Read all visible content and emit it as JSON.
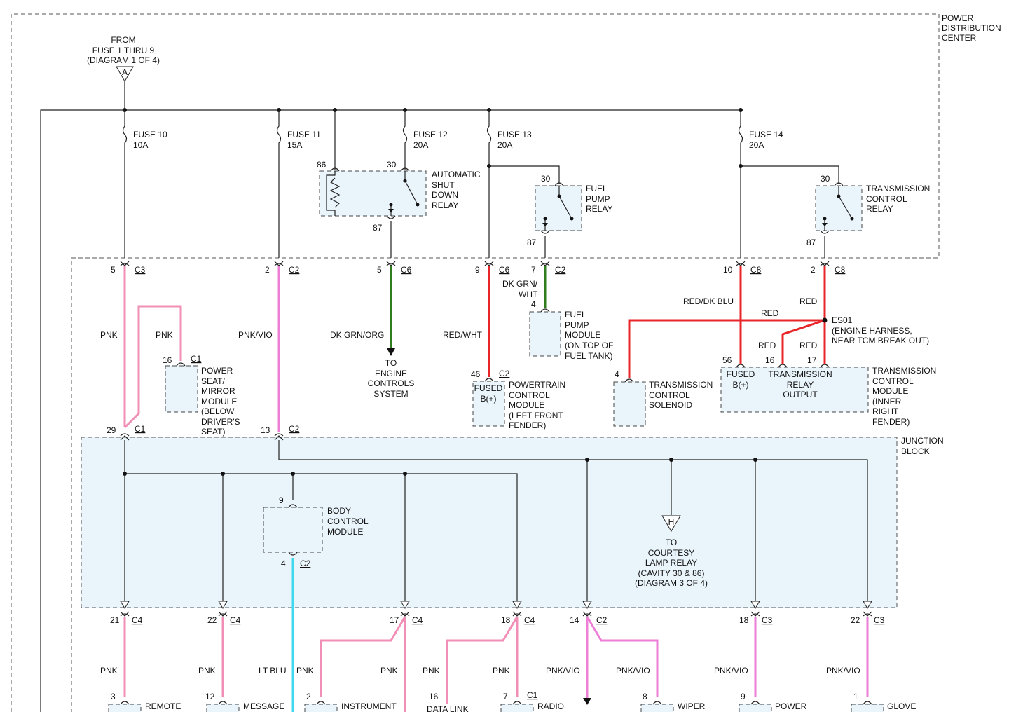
{
  "pdc": {
    "title": [
      "POWER",
      "DISTRIBUTION",
      "CENTER"
    ]
  },
  "from": {
    "label": [
      "FROM",
      "FUSE 1 THRU 9",
      "(DIAGRAM 1 OF 4)"
    ],
    "marker": "A"
  },
  "fuses": {
    "f10": [
      "FUSE 10",
      "10A"
    ],
    "f11": [
      "FUSE 11",
      "15A"
    ],
    "f12": [
      "FUSE 12",
      "20A"
    ],
    "f13": [
      "FUSE 13",
      "20A"
    ],
    "f14": [
      "FUSE 14",
      "20A"
    ]
  },
  "relays": {
    "asd": {
      "label": [
        "AUTOMATIC",
        "SHUT",
        "DOWN",
        "RELAY"
      ],
      "pins": [
        "86",
        "30",
        "87"
      ]
    },
    "fuel": {
      "label": [
        "FUEL",
        "PUMP",
        "RELAY"
      ],
      "pins": [
        "30",
        "87"
      ]
    },
    "tcm": {
      "label": [
        "TRANSMISSION",
        "CONTROL",
        "RELAY"
      ],
      "pins": [
        "30",
        "87"
      ]
    }
  },
  "pdc_conns": {
    "a": {
      "cav": "5",
      "conn": "C3"
    },
    "b": {
      "cav": "2",
      "conn": "C2"
    },
    "c": {
      "cav": "5",
      "conn": "C6"
    },
    "d": {
      "cav": "9",
      "conn": "C6"
    },
    "e": {
      "cav": "7",
      "conn": "C2"
    },
    "f": {
      "cav": "10",
      "conn": "C8"
    },
    "g": {
      "cav": "2",
      "conn": "C8"
    }
  },
  "wires": {
    "pnk1": "PNK",
    "pnk2": "PNK",
    "pnkvio": "PNK/VIO",
    "dkgrnorg": "DK GRN/ORG",
    "redwht": "RED/WHT",
    "dkgrnwht": [
      "DK GRN/",
      "WHT"
    ],
    "reddkblu": "RED/DK BLU",
    "red1": "RED",
    "red2": "RED",
    "red3": "RED",
    "red4": "RED"
  },
  "engine": [
    "TO",
    "ENGINE",
    "CONTROLS",
    "SYSTEM"
  ],
  "fuel_module": {
    "pin": "4",
    "label": [
      "FUEL",
      "PUMP",
      "MODULE",
      "(ON TOP OF",
      "FUEL TANK)"
    ]
  },
  "seat_module": {
    "pin": "16",
    "conn": "C1",
    "label": [
      "POWER",
      "SEAT/",
      "MIRROR",
      "MODULE",
      "(BELOW",
      "DRIVER'S",
      "SEAT)"
    ]
  },
  "pcm": {
    "pin": "46",
    "conn": "C2",
    "inner": [
      "FUSED",
      "B(+)"
    ],
    "label": [
      "POWERTRAIN",
      "CONTROL",
      "MODULE",
      "(LEFT FRONT",
      "FENDER)"
    ]
  },
  "solenoid": {
    "pin": "4",
    "label": [
      "TRANSMISSION",
      "CONTROL",
      "SOLENOID"
    ]
  },
  "splice": {
    "label": [
      "ES01",
      "(ENGINE HARNESS,",
      "NEAR TCM BREAK OUT)"
    ]
  },
  "tcm_module": {
    "pins": [
      "56",
      "16",
      "17"
    ],
    "inner1": [
      "FUSED",
      "B(+)"
    ],
    "inner2": [
      "TRANSMISSION",
      "RELAY",
      "OUTPUT"
    ],
    "label": [
      "TRANSMISSION",
      "CONTROL",
      "MODULE",
      "(INNER",
      "RIGHT",
      "FENDER)"
    ]
  },
  "jb_in": {
    "a": {
      "cav": "29",
      "conn": "C1"
    },
    "b": {
      "cav": "13",
      "conn": "C2"
    }
  },
  "junction_block": {
    "title": [
      "JUNCTION",
      "BLOCK"
    ]
  },
  "bcm": {
    "pin_top": "9",
    "pin_bot": "4",
    "conn": "C2",
    "label": [
      "BODY",
      "CONTROL",
      "MODULE"
    ]
  },
  "courtesy": {
    "marker": "H",
    "label": [
      "TO",
      "COURTESY",
      "LAMP RELAY",
      "(CAVITY 30 & 86)",
      "(DIAGRAM 3 OF 4)"
    ]
  },
  "jb_out": [
    {
      "cav": "21",
      "conn": "C4"
    },
    {
      "cav": "22",
      "conn": "C4"
    },
    {
      "cav": "17",
      "conn": "C4"
    },
    {
      "cav": "18",
      "conn": "C4"
    },
    {
      "cav": "14",
      "conn": "C2"
    },
    {
      "cav": "18",
      "conn": "C3"
    },
    {
      "cav": "22",
      "conn": "C3"
    }
  ],
  "bottom_wires": [
    "PNK",
    "PNK",
    "LT BLU",
    "PNK",
    "PNK",
    "PNK",
    "PNK",
    "PNK/VIO",
    "PNK/VIO",
    "PNK/VIO",
    "PNK/VIO"
  ],
  "bottom_pins": [
    "3",
    "12",
    "2",
    "16",
    "7",
    "8",
    "9",
    "1"
  ],
  "bottom_labels": [
    "REMOTE",
    "MESSAGE",
    "INSTRUMENT",
    "DATA LINK",
    "RADIO",
    "WIPER",
    "POWER",
    "GLOVE"
  ],
  "radio_conn": "C1",
  "colors": {
    "pink": "#f28fb6",
    "violet_pink": "#ee7fd6",
    "red": "#e8262a",
    "green": "#2f7d1e",
    "ltblue": "#3fd9ef",
    "box_fill": "#e9f4fb"
  }
}
